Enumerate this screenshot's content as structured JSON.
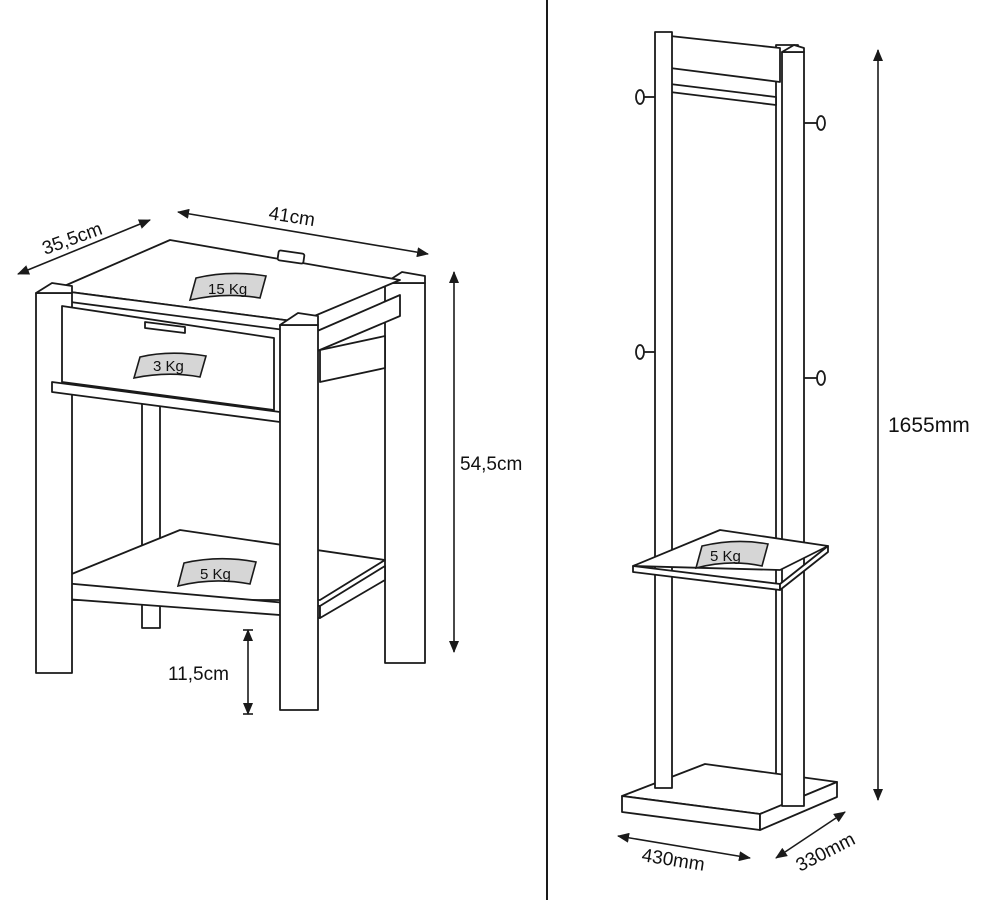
{
  "nightstand": {
    "depth_label": "35,5cm",
    "width_label": "41cm",
    "height_label": "54,5cm",
    "leg_height_label": "11,5cm",
    "top_load_label": "15 Kg",
    "drawer_load_label": "3 Kg",
    "shelf_load_label": "5 Kg"
  },
  "coat_rack": {
    "height_label": "1655mm",
    "width_label": "430mm",
    "depth_label": "330mm",
    "shelf_load_label": "5 Kg"
  }
}
